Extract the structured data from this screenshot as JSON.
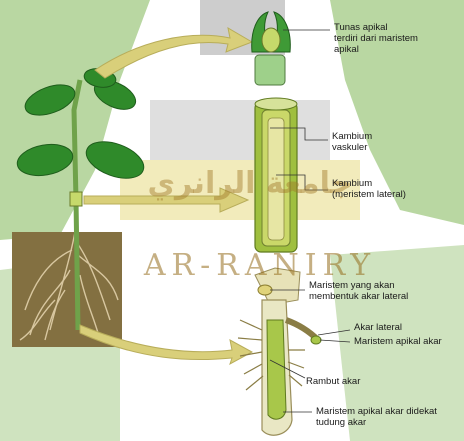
{
  "labels": {
    "apical_shoot": "Tunas apikal\nterdiri dari maristem\napikal",
    "vascular_cambium": "Kambium\nvaskuler",
    "lateral_cambium": "Kambium\n(meristem lateral)",
    "lateral_root_meristem": "Maristem yang akan\nmembentuk akar lateral",
    "lateral_root": "Akar lateral",
    "root_apical_meristem": "Maristem apikal akar",
    "root_hair": "Rambut akar",
    "root_tip": "Maristem apikal akar didekat\ntudung akar"
  },
  "watermark": {
    "arabic": "جامعة الرانري",
    "latin": "AR-RANIRY"
  },
  "colors": {
    "background_green": "#b9d7a2",
    "leaf": "#2f8a2a",
    "stem": "#6fa24a",
    "soil": "#6b5a36",
    "arrow": "#d9cf7a"
  }
}
